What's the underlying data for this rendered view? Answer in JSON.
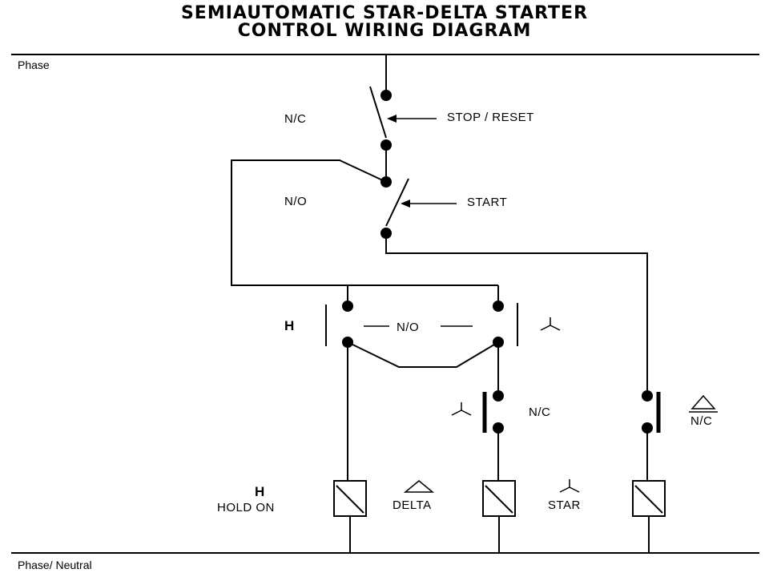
{
  "title": {
    "line1": "SEMIAUTOMATIC  STAR-DELTA  STARTER",
    "line2": "CONTROL  WIRING  DIAGRAM"
  },
  "rails": {
    "top": "Phase",
    "bottom": "Phase/ Neutral"
  },
  "switches": {
    "stop": {
      "type": "N/C",
      "name": "STOP / RESET"
    },
    "start": {
      "type": "N/O",
      "name": "START"
    }
  },
  "contacts": {
    "hold_label": "H",
    "hold_star_type": "N/O",
    "star_aux_type": "N/C",
    "delta_aux_type": "N/C"
  },
  "coils": {
    "hold_letter": "H",
    "hold_name": "HOLD ON",
    "delta_name": "DELTA",
    "star_name": "STAR"
  },
  "icons": {
    "star": "star-symbol-icon",
    "delta": "delta-triangle-icon"
  }
}
